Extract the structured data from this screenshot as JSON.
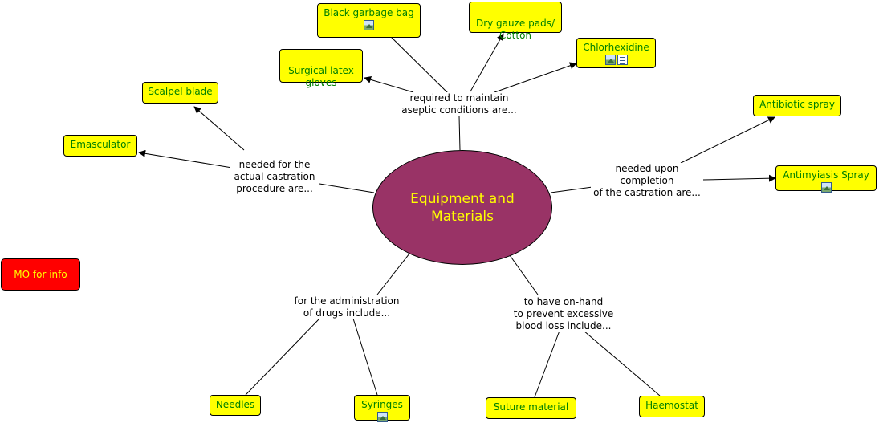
{
  "central": {
    "label": "Equipment and Materials"
  },
  "info_button": {
    "label": "MO for info"
  },
  "link_phrases": {
    "aseptic": "required to maintain\naseptic conditions are...",
    "castration": "needed for the\nactual castration\nprocedure are...",
    "completion": "needed upon\ncompletion\nof the castration are...",
    "drugs": "for the administration\nof drugs include...",
    "blood": "to have on-hand\nto prevent excessive\nblood loss include..."
  },
  "concepts": {
    "black_garbage_bag": "Black garbage bag",
    "dry_gauze": "Dry gauze pads/\nCotton",
    "surgical_gloves": "Surgical latex\ngloves",
    "chlorhexidine": "Chlorhexidine",
    "scalpel_blade": "Scalpel blade",
    "emasculator": "Emasculator",
    "antibiotic_spray": "Antibiotic spray",
    "antimyiasis_spray": "Antimyiasis Spray",
    "needles": "Needles",
    "syringes": "Syringes",
    "suture_material": "Suture material",
    "haemostat": "Haemostat"
  },
  "colors": {
    "central_fill": "#993366",
    "central_text": "#ffff00",
    "concept_fill": "#ffff00",
    "concept_text": "#008000",
    "info_fill": "#ff0000"
  }
}
